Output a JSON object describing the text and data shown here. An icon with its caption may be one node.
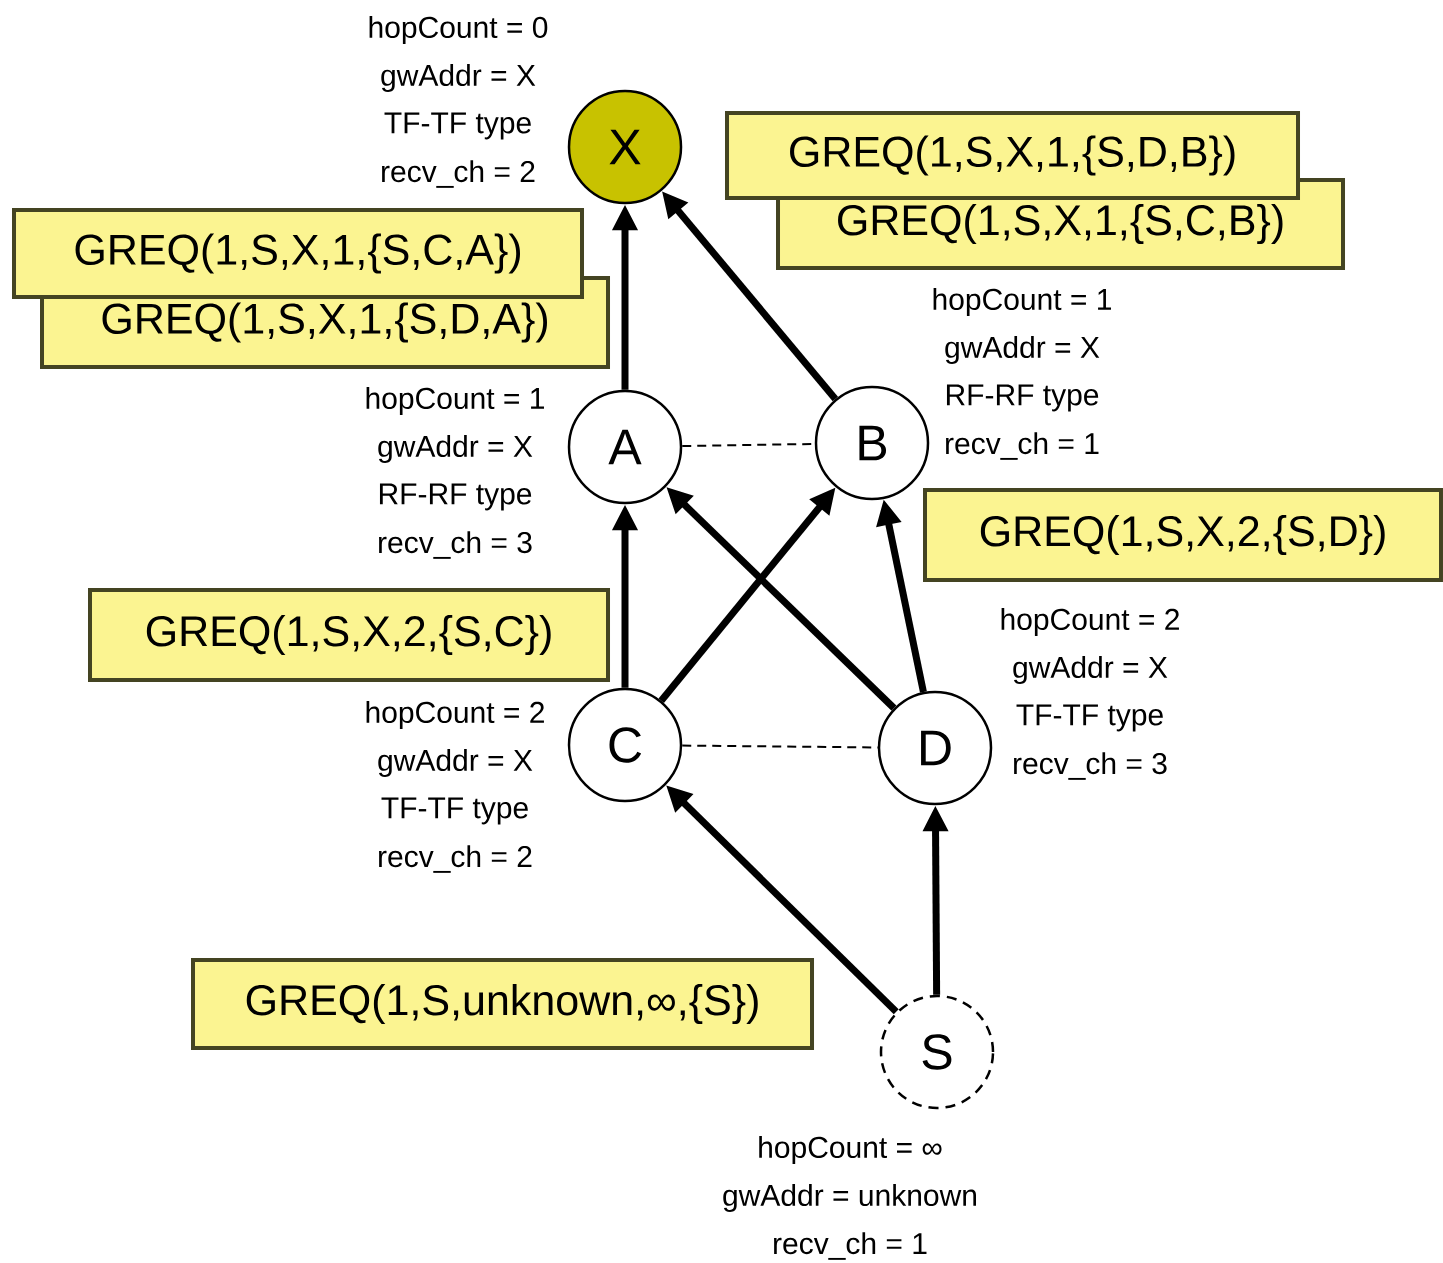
{
  "diagram": {
    "nodes": [
      {
        "text": [
          "X"
        ],
        "beside": [
          "hopCount = 0",
          "gwAddr = X",
          "TF-TF type",
          "recv_ch = 2"
        ]
      },
      {
        "text": [
          "GREQ(1,S,X,1,{S,D,B})"
        ]
      },
      {
        "text": [
          "GREQ(1,S,X,1,{S,C,B})"
        ]
      },
      {
        "text": [
          "GREQ(1,S,X,1,{S,C,A})"
        ]
      },
      {
        "text": [
          "GREQ(1,S,X,1,{S,D,A})"
        ]
      },
      {
        "text": [
          "A"
        ],
        "beside": [
          "hopCount = 1",
          "gwAddr = X",
          "RF-RF type",
          "recv_ch = 3"
        ]
      },
      {
        "text": [
          "B"
        ],
        "beside": [
          "hopCount = 1",
          "gwAddr = X",
          "RF-RF type",
          "recv_ch = 1"
        ]
      },
      {
        "text": [
          "GREQ(1,S,X,2,{S,D})"
        ]
      },
      {
        "text": [
          "GREQ(1,S,X,2,{S,C})"
        ]
      },
      {
        "text": [
          "C"
        ],
        "beside": [
          "hopCount = 2",
          "gwAddr = X",
          "TF-TF type",
          "recv_ch = 2"
        ]
      },
      {
        "text": [
          "D"
        ],
        "beside": [
          "hopCount = 2",
          "gwAddr = X",
          "TF-TF type",
          "recv_ch = 3"
        ]
      },
      {
        "text": [
          "GREQ(1,S,unknown,∞,{S})"
        ]
      },
      {
        "text": [
          "S"
        ],
        "beside": [
          "hopCount = ∞",
          "gwAddr = unknown",
          "recv_ch = 1"
        ]
      }
    ],
    "edges": [
      {
        "from": 5,
        "to": 0,
        "arrow": "to"
      },
      {
        "from": 6,
        "to": 0,
        "arrow": "to"
      },
      {
        "from": 5,
        "to": 6,
        "arrow": "none",
        "style": "dashed"
      },
      {
        "from": 9,
        "to": 5,
        "arrow": "to"
      },
      {
        "from": 9,
        "to": 6,
        "arrow": "to"
      },
      {
        "from": 10,
        "to": 5,
        "arrow": "to"
      },
      {
        "from": 10,
        "to": 6,
        "arrow": "to"
      },
      {
        "from": 9,
        "to": 10,
        "arrow": "none",
        "style": "dashed"
      },
      {
        "from": 12,
        "to": 9,
        "arrow": "to"
      },
      {
        "from": 12,
        "to": 10,
        "arrow": "to"
      }
    ]
  }
}
